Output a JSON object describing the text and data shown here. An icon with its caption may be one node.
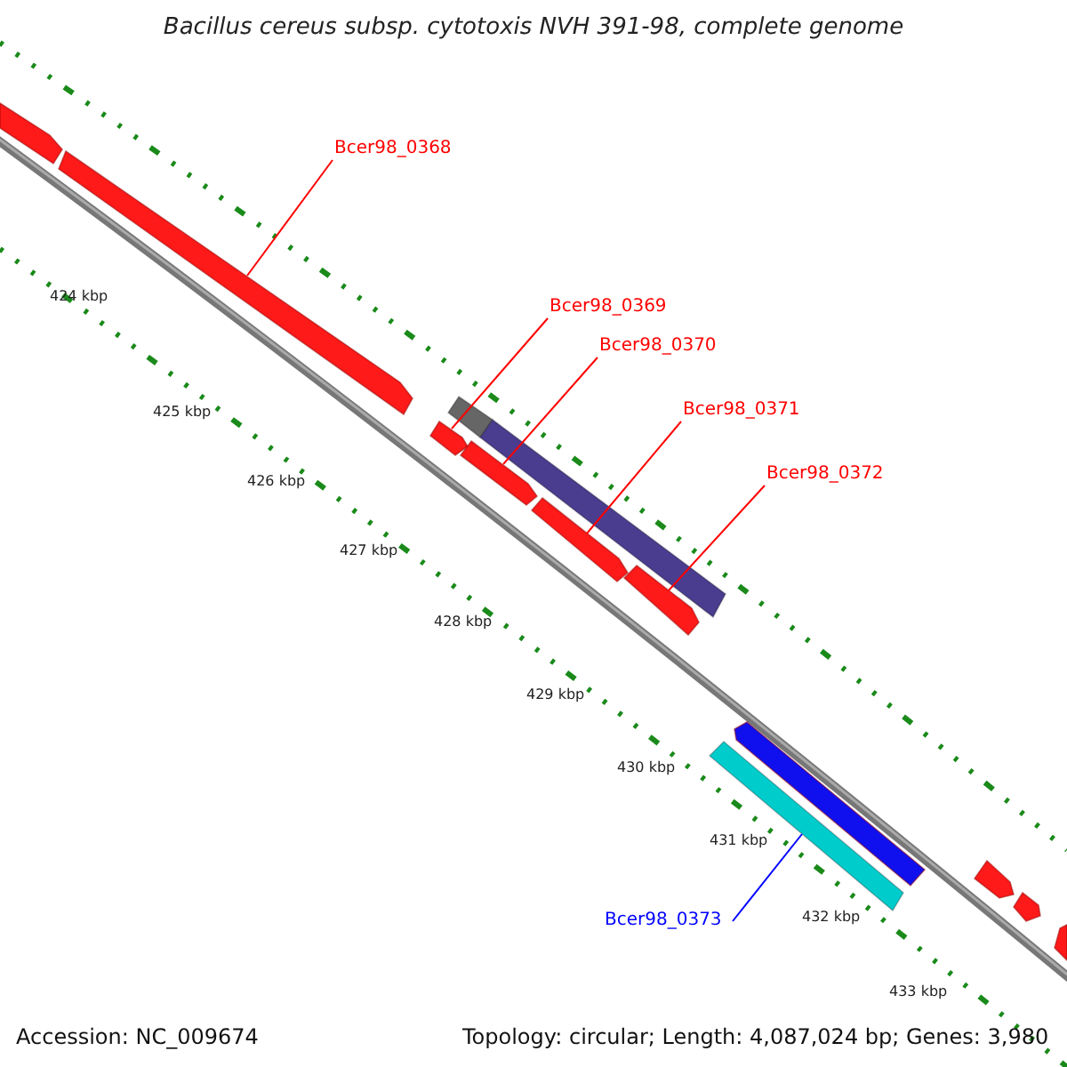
{
  "diagram": {
    "title": "Bacillus cereus subsp. cytotoxis NVH 391-98, complete genome",
    "nodes": [
      {
        "text": [
          "Bcer98_0368"
        ]
      },
      {
        "text": [
          "Bcer98_0369"
        ]
      },
      {
        "text": [
          "Bcer98_0370"
        ]
      },
      {
        "text": [
          "Bcer98_0371"
        ]
      },
      {
        "text": [
          "Bcer98_0372"
        ]
      },
      {
        "text": [
          "Bcer98_0373"
        ]
      },
      {
        "text": [],
        "shape": "pentagon"
      },
      {
        "text": [],
        "shape": "pentagon"
      },
      {
        "text": [],
        "shape": "bar"
      },
      {
        "text": [],
        "shape": "pentagon"
      },
      {
        "text": [],
        "shape": "bar"
      },
      {
        "text": [],
        "shape": "pentagon"
      },
      {
        "text": [],
        "shape": "pentagon"
      },
      {
        "text": [],
        "shape": "pentagon"
      },
      {
        "text": [],
        "shape": "pentagon"
      },
      {
        "text": [],
        "shape": "bar"
      },
      {
        "text": [],
        "shape": "pentagon"
      },
      {
        "text": [],
        "shape": "pentagon"
      },
      {
        "text": [],
        "shape": "pentagon"
      }
    ],
    "edges": [
      {
        "from": 0,
        "to": 7,
        "arrow": "none"
      },
      {
        "from": 1,
        "to": 9,
        "arrow": "none"
      },
      {
        "from": 2,
        "to": 11,
        "arrow": "none"
      },
      {
        "from": 3,
        "to": 12,
        "arrow": "none"
      },
      {
        "from": 4,
        "to": 13,
        "arrow": "none"
      },
      {
        "from": 5,
        "to": 15,
        "arrow": "none",
        "color": "#0000ff"
      }
    ],
    "labels": [
      "424 kbp",
      "425 kbp",
      "426 kbp",
      "427 kbp",
      "428 kbp",
      "429 kbp",
      "430 kbp",
      "431 kbp",
      "432 kbp",
      "433 kbp",
      "Accession: NC_009674",
      "Topology: circular; Length: 4,087,024 bp; Genes: 3,980"
    ]
  }
}
